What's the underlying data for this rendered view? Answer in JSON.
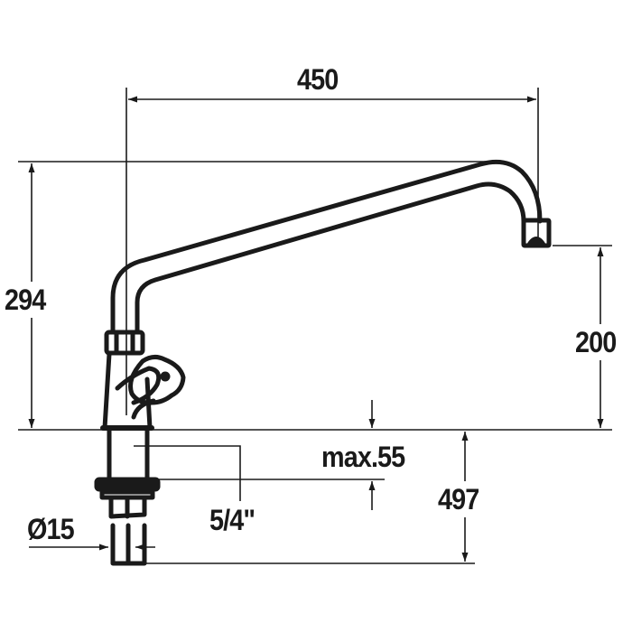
{
  "drawing": {
    "subject": "Single pillar tap with swivel tubular spout",
    "line_color": "#1a1a1a",
    "background": "#ffffff"
  },
  "dimensions": {
    "spout_reach": {
      "label": "450",
      "orientation": "horizontal"
    },
    "overall_height": {
      "label": "294",
      "orientation": "vertical"
    },
    "outlet_height": {
      "label": "200",
      "orientation": "vertical"
    },
    "max_deck_thickness": {
      "label": "max.55",
      "orientation": "vertical"
    },
    "total_length_below_deck": {
      "label": "497",
      "orientation": "vertical"
    },
    "thread_size": {
      "label": "5/4\"",
      "orientation": "leader"
    },
    "connection_diameter": {
      "label": "Ø15",
      "orientation": "leader"
    }
  }
}
